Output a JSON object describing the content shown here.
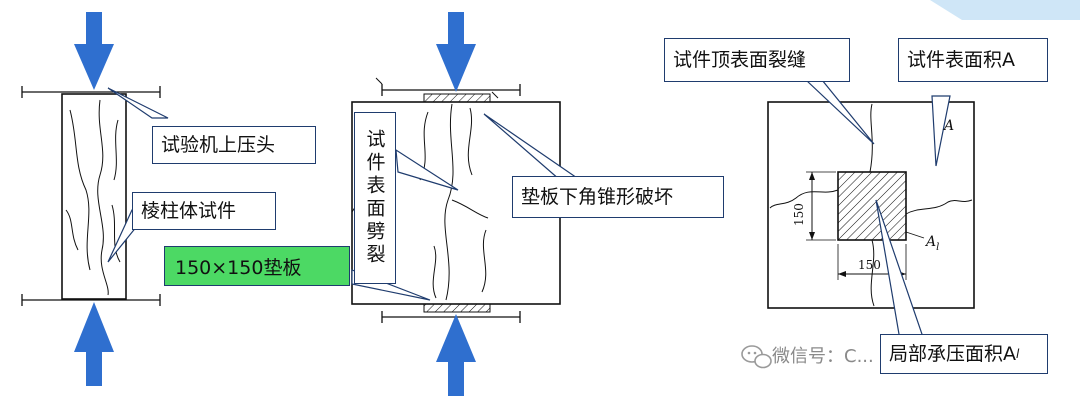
{
  "labels": {
    "press_head": "试验机上压头",
    "prism": "棱柱体试件",
    "plate": "150×150垫板",
    "surface_split": "试件表面劈裂",
    "cone_failure": "垫板下角锥形破坏",
    "top_crack": "试件顶表面裂缝",
    "surface_area": "试件表面积A",
    "local_area": "局部承压面积A",
    "local_area_sub": "l"
  },
  "dims": {
    "side_150": "150",
    "bottom_150": "150",
    "A_mark": "A",
    "Al_mark": "A",
    "Al_sub": "l"
  },
  "watermark": {
    "text": "微信号：C..."
  },
  "colors": {
    "arrow_blue": "#2f6fcf",
    "callout_border": "#1f3c6e",
    "plate_green": "#4cd964",
    "corner_accent": "#cfe6f7"
  },
  "icons": [
    "down-arrow-icon",
    "up-arrow-icon",
    "wechat-icon"
  ]
}
